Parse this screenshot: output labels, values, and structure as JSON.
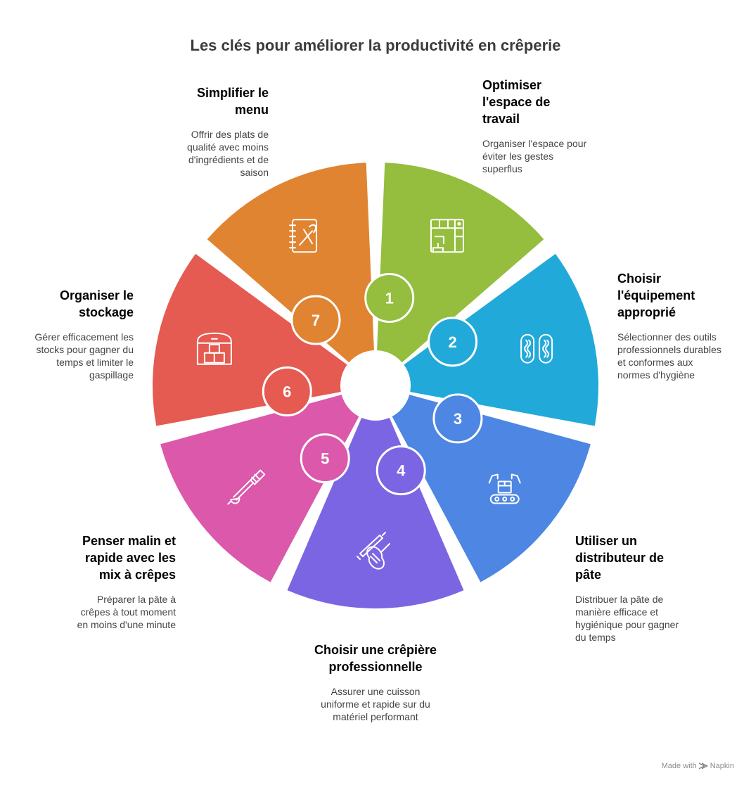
{
  "title": "Les clés pour améliorer la productivité en crêperie",
  "steps": [
    {
      "num": "1",
      "title": "Optimiser l'espace de travail",
      "desc": "Organiser l'espace pour éviter les gestes superflus",
      "color": "#95bd3e",
      "icon": "kitchen-layout-icon"
    },
    {
      "num": "2",
      "title": "Choisir l'équipement approprié",
      "desc": "Sélectionner des outils professionnels durables et conformes aux normes d'hygiène",
      "color": "#21a9d9",
      "icon": "heating-element-icon"
    },
    {
      "num": "3",
      "title": "Utiliser un distributeur de pâte",
      "desc": "Distribuer la pâte de manière efficace et hygiénique pour gagner du temps",
      "color": "#4d86e3",
      "icon": "robot-conveyor-icon"
    },
    {
      "num": "4",
      "title": "Choisir une crêpière professionnelle",
      "desc": "Assurer une cuisson uniforme et rapide sur du matériel performant",
      "color": "#7c65e3",
      "icon": "rolling-pin-whisk-icon"
    },
    {
      "num": "5",
      "title": "Penser malin et rapide avec les mix à crêpes",
      "desc": "Préparer la pâte à crêpes à tout moment en moins d'une minute",
      "color": "#db58ab",
      "icon": "hand-blender-icon"
    },
    {
      "num": "6",
      "title": "Organiser le stockage",
      "desc": "Gérer efficacement les stocks pour gagner du temps et limiter le gaspillage",
      "color": "#e55a51",
      "icon": "warehouse-boxes-icon"
    },
    {
      "num": "7",
      "title": "Simplifier le menu",
      "desc": "Offrir des plats de qualité avec moins d'ingrédients et de saison",
      "color": "#e08431",
      "icon": "recipe-book-icon"
    }
  ],
  "credit": {
    "made_with": "Made with",
    "brand": "Napkin",
    "logo_icon": "napkin-logo-icon"
  }
}
